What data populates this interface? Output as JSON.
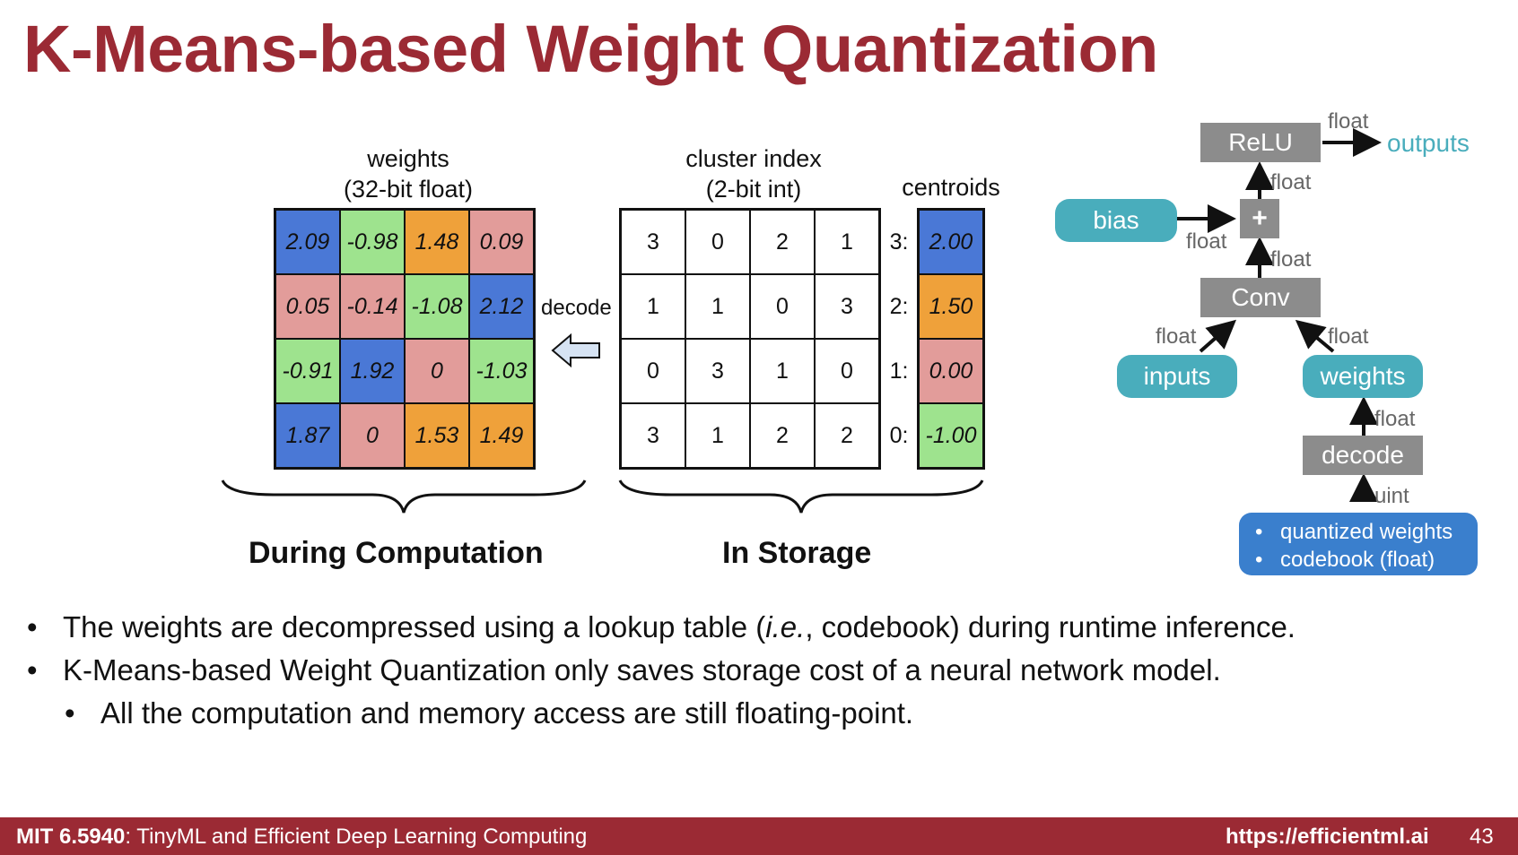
{
  "slide": {
    "title": "K-Means-based Weight Quantization"
  },
  "computation": {
    "label_line1": "weights",
    "label_line2": "(32-bit float)",
    "weights": [
      [
        "2.09",
        "-0.98",
        "1.48",
        "0.09"
      ],
      [
        "0.05",
        "-0.14",
        "-1.08",
        "2.12"
      ],
      [
        "-0.91",
        "1.92",
        "0",
        "-1.03"
      ],
      [
        "1.87",
        "0",
        "1.53",
        "1.49"
      ]
    ],
    "decode_label": "decode",
    "section_label": "During Computation"
  },
  "storage": {
    "label_line1": "cluster index",
    "label_line2": "(2-bit int)",
    "indices": [
      [
        "3",
        "0",
        "2",
        "1"
      ],
      [
        "1",
        "1",
        "0",
        "3"
      ],
      [
        "0",
        "3",
        "1",
        "0"
      ],
      [
        "3",
        "1",
        "2",
        "2"
      ]
    ],
    "centroids_label": "centroids",
    "centroid_indices": [
      "3:",
      "2:",
      "1:",
      "0:"
    ],
    "centroids": [
      "2.00",
      "1.50",
      "0.00",
      "-1.00"
    ],
    "section_label": "In Storage"
  },
  "colors": {
    "3": "#4a78d6",
    "2": "#efa13a",
    "1": "#e29c9a",
    "0": "#9ee38e",
    "title": "#9b2a34",
    "teal": "#49adbc",
    "gray": "#8c8c8c",
    "blue": "#3a7fcd"
  },
  "dataflow": {
    "relu": "ReLU",
    "outputs": "outputs",
    "plus": "+",
    "bias": "bias",
    "conv": "Conv",
    "inputs": "inputs",
    "weights": "weights",
    "decode": "decode",
    "float": "float",
    "uint": "uint",
    "storage_items": [
      "quantized weights",
      "codebook (float)"
    ]
  },
  "bullets": [
    {
      "pre": "The weights are decompressed using a lookup table (",
      "em": "i.e.",
      "post": ", codebook) during runtime inference."
    },
    {
      "text": "K-Means-based Weight Quantization only saves storage cost of a neural network model."
    },
    {
      "text": "All the computation and memory access are still floating-point."
    }
  ],
  "footer": {
    "course_bold": "MIT 6.5940",
    "course_rest": ": TinyML and Efficient Deep Learning Computing",
    "url": "https://efficientml.ai",
    "page": "43"
  }
}
